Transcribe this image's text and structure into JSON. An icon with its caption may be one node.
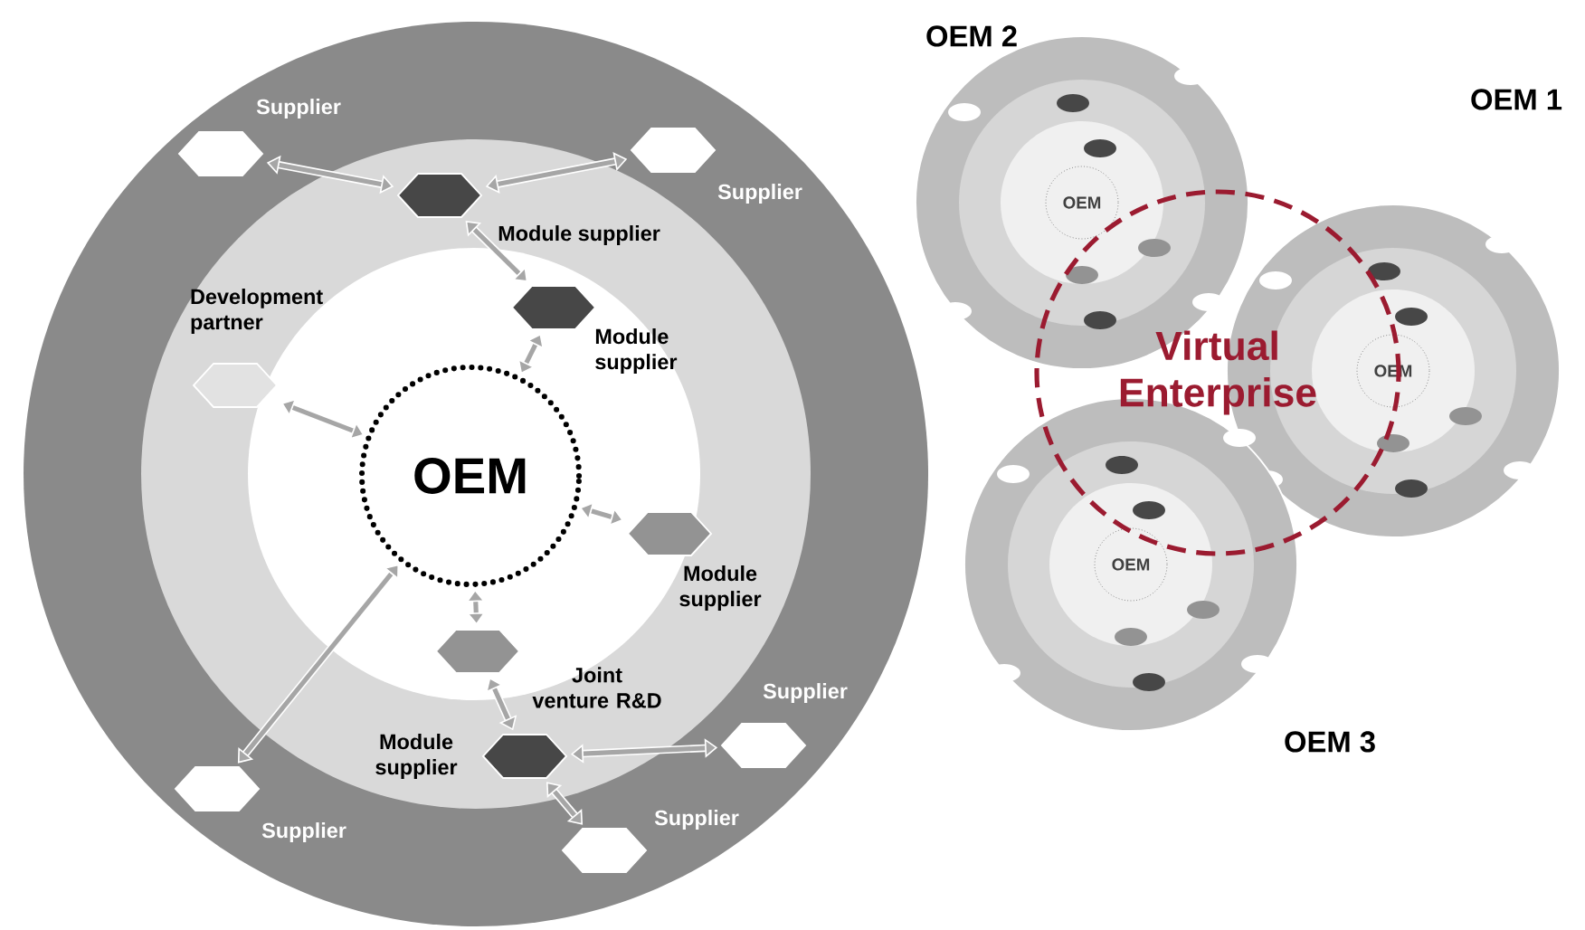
{
  "diagram": {
    "nodes": [
      {
        "text": [
          "OEM"
        ]
      },
      {
        "text": [
          "Supplier"
        ]
      },
      {
        "text": [
          "Supplier"
        ]
      },
      {
        "text": [
          "Module supplier"
        ]
      },
      {
        "text": [
          "Module supplier"
        ]
      },
      {
        "text": [
          "Development partner"
        ]
      },
      {
        "text": [
          "Module supplier"
        ]
      },
      {
        "text": [
          "Joint venture R&D"
        ]
      },
      {
        "text": [
          "Module supplier"
        ]
      },
      {
        "text": [
          "Supplier"
        ]
      },
      {
        "text": [
          "Supplier"
        ]
      },
      {
        "text": [
          "Supplier"
        ]
      },
      {
        "text": [
          "OEM"
        ],
        "beside": [
          "OEM 2"
        ]
      },
      {
        "text": [
          "OEM"
        ],
        "beside": [
          "OEM 1"
        ]
      },
      {
        "text": [
          "OEM"
        ],
        "beside": [
          "OEM 3"
        ]
      },
      {
        "text": [
          "Virtual Enterprise"
        ]
      }
    ],
    "edges": [
      {
        "from": 1,
        "to": 3,
        "arrow": "both"
      },
      {
        "from": 2,
        "to": 3,
        "arrow": "both"
      },
      {
        "from": 3,
        "to": 4,
        "arrow": "both"
      },
      {
        "from": 4,
        "to": 0,
        "arrow": "both"
      },
      {
        "from": 5,
        "to": 0,
        "arrow": "both"
      },
      {
        "from": 0,
        "to": 6,
        "arrow": "both"
      },
      {
        "from": 0,
        "to": 7,
        "arrow": "both"
      },
      {
        "from": 7,
        "to": 8,
        "arrow": "both"
      },
      {
        "from": 8,
        "to": 9,
        "arrow": "both"
      },
      {
        "from": 8,
        "to": 11,
        "arrow": "both"
      },
      {
        "from": 10,
        "to": 0,
        "arrow": "both"
      }
    ]
  }
}
